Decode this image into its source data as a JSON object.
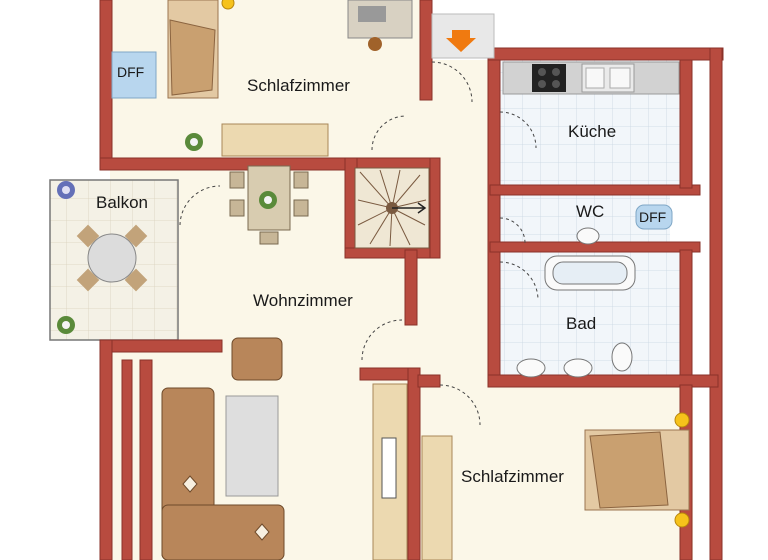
{
  "rooms": {
    "schlafzimmer_top": "Schlafzimmer",
    "kueche": "Küche",
    "balkon": "Balkon",
    "wc": "WC",
    "wohnzimmer": "Wohnzimmer",
    "bad": "Bad",
    "schlafzimmer_bottom": "Schlafzimmer"
  },
  "windows": {
    "dff_left": "DFF",
    "dff_right": "DFF"
  },
  "colors": {
    "wall": "#b84b3f",
    "wall_edge": "#8a3129",
    "floor": "#fbf7e8",
    "tile": "#eef3f8",
    "wood": "#e9d4a8",
    "furniture_brown": "#b8865a",
    "entry_arrow": "#f07a10",
    "window_blue": "#b8d6ee"
  },
  "icons": [
    "entry-arrow-icon",
    "stair-icon",
    "plant-icon",
    "lamp-icon"
  ]
}
